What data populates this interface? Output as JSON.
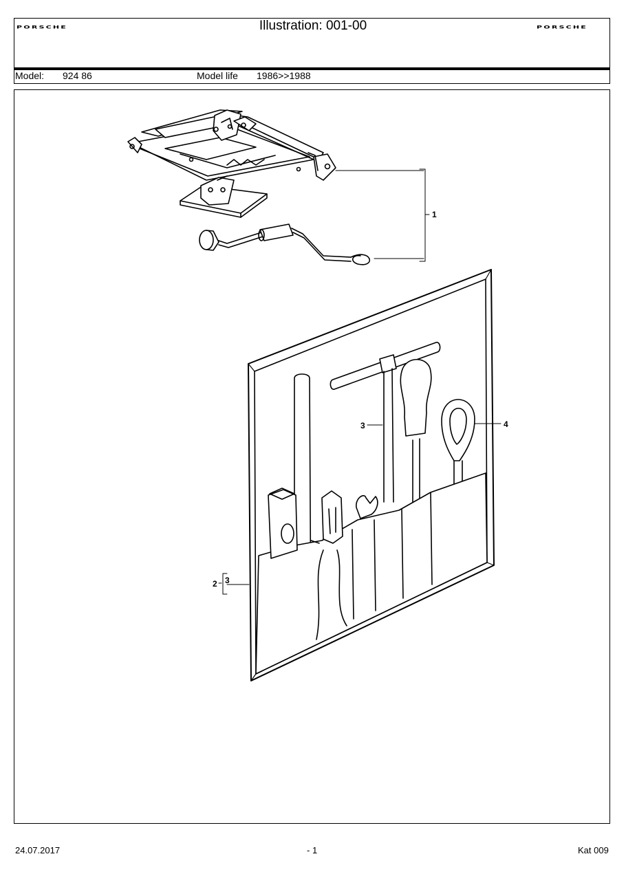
{
  "header": {
    "brand_left": "PORSCHE",
    "brand_right": "PORSCHE",
    "title": "Illustration: 001-00"
  },
  "model_bar": {
    "model_label": "Model:",
    "model_value": "924 86",
    "life_label": "Model life",
    "life_value": "1986>>1988"
  },
  "callouts": {
    "c1": "1",
    "c2": "2",
    "c2_sub": "3",
    "c3": "3",
    "c4": "4"
  },
  "footer": {
    "date": "24.07.2017",
    "page": "- 1",
    "catalog": "Kat 009"
  }
}
